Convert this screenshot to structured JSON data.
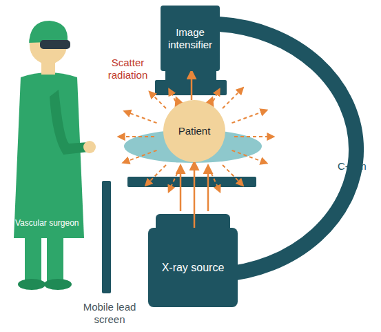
{
  "diagram": {
    "nodes": [
      {
        "text": [
          "Image intensifier"
        ]
      },
      {
        "text": [
          "Patient"
        ]
      },
      {
        "text": [
          "X-ray source"
        ]
      }
    ],
    "edges": [
      {
        "from": 2,
        "to": 1,
        "arrow": "to"
      },
      {
        "from": 1,
        "to": 0,
        "arrow": "to"
      }
    ],
    "labels": [
      "Scatter radiation",
      "C-arm",
      "Vascular surgeon",
      "Mobile lead screen"
    ]
  }
}
